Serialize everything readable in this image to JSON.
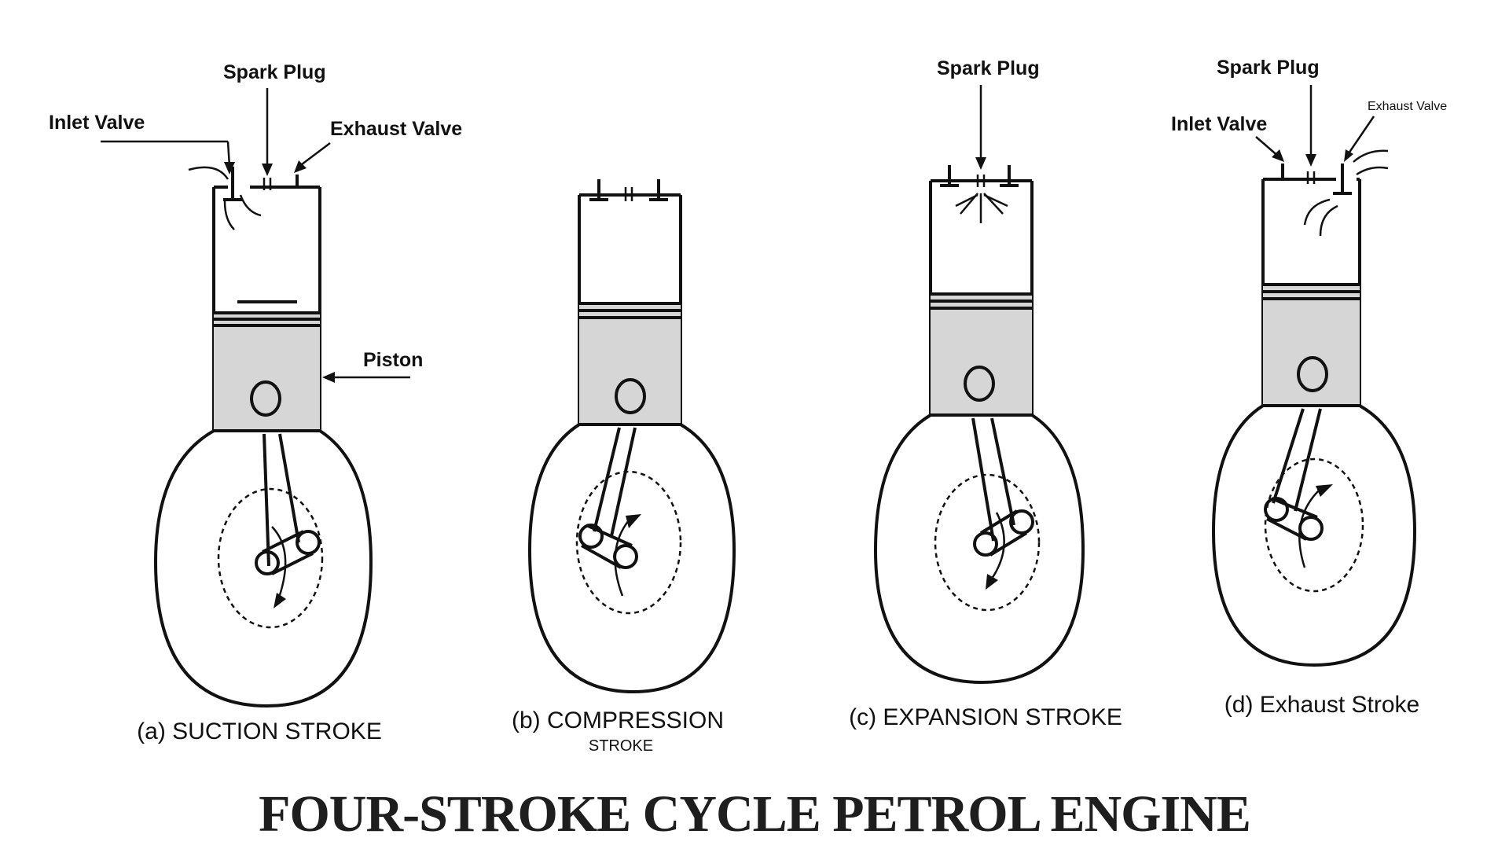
{
  "title": "FOUR-STROKE CYCLE PETROL ENGINE",
  "labels": {
    "inlet_valve": "Inlet Valve",
    "spark_plug": "Spark Plug",
    "exhaust_valve": "Exhaust Valve",
    "piston": "Piston"
  },
  "panels": [
    {
      "caption": "(a) SUCTION STROKE",
      "caption_line2": ""
    },
    {
      "caption": "(b) COMPRESSION",
      "caption_line2": "STROKE"
    },
    {
      "caption": "(c) EXPANSION STROKE",
      "caption_line2": ""
    },
    {
      "caption": "(d) Exhaust Stroke",
      "caption_line2": ""
    }
  ],
  "colors": {
    "ink": "#111111",
    "piston": "#d6d6d6",
    "title": "#1e1e1e"
  }
}
